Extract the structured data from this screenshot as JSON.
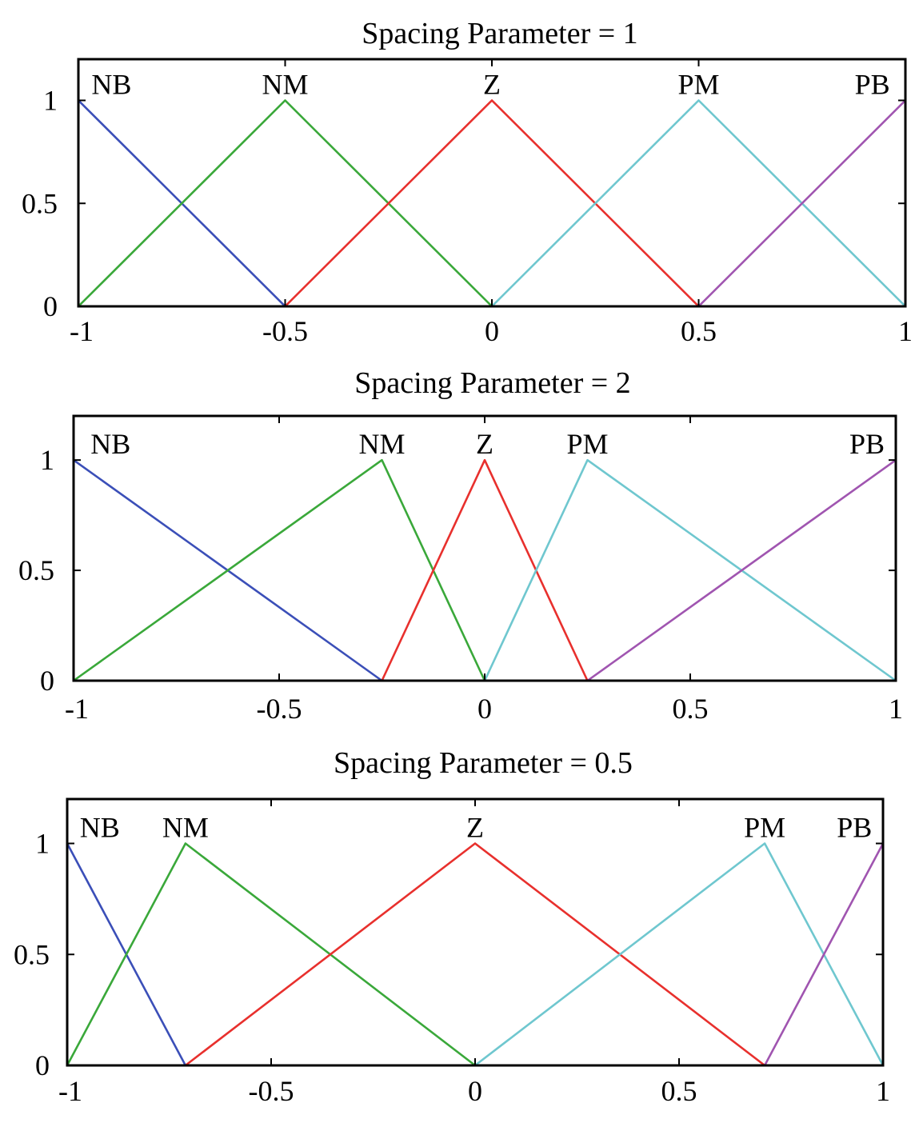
{
  "chart_data": [
    {
      "type": "line",
      "title": "Spacing Parameter = 1",
      "xlim": [
        -1,
        1
      ],
      "ylim": [
        0,
        1.2
      ],
      "xticks": [
        -1,
        -0.5,
        0,
        0.5,
        1
      ],
      "xtick_labels": [
        "-1",
        "-0.5",
        "0",
        "0.5",
        "1"
      ],
      "yticks": [
        0,
        0.5,
        1
      ],
      "ytick_labels": [
        "0",
        "0.5",
        "1"
      ],
      "grid": false,
      "series": [
        {
          "name": "NB",
          "color": "#3b4fb8",
          "x": [
            -1,
            -1,
            -0.5,
            1
          ],
          "y": [
            0,
            1,
            0,
            0
          ]
        },
        {
          "name": "NM",
          "color": "#3aa83a",
          "x": [
            -1,
            -0.5,
            0,
            1
          ],
          "y": [
            0,
            1,
            0,
            0
          ]
        },
        {
          "name": "Z",
          "color": "#e8302d",
          "x": [
            -1,
            -0.5,
            0,
            0.5,
            1
          ],
          "y": [
            0,
            0,
            1,
            0,
            0
          ]
        },
        {
          "name": "PM",
          "color": "#6fc7cf",
          "x": [
            -1,
            0,
            0.5,
            1
          ],
          "y": [
            0,
            0,
            1,
            0
          ]
        },
        {
          "name": "PB",
          "color": "#a055b0",
          "x": [
            -1,
            0.5,
            1,
            1
          ],
          "y": [
            0,
            0,
            1,
            0
          ]
        }
      ],
      "annotations": [
        {
          "text": "NB",
          "x": -0.92
        },
        {
          "text": "NM",
          "x": -0.5
        },
        {
          "text": "Z",
          "x": 0
        },
        {
          "text": "PM",
          "x": 0.5
        },
        {
          "text": "PB",
          "x": 0.92
        }
      ]
    },
    {
      "type": "line",
      "title": "Spacing Parameter = 2",
      "xlim": [
        -1,
        1
      ],
      "ylim": [
        0,
        1.2
      ],
      "xticks": [
        -1,
        -0.5,
        0,
        0.5,
        1
      ],
      "xtick_labels": [
        "-1",
        "-0.5",
        "0",
        "0.5",
        "1"
      ],
      "yticks": [
        0,
        0.5,
        1
      ],
      "ytick_labels": [
        "0",
        "0.5",
        "1"
      ],
      "grid": false,
      "series": [
        {
          "name": "NB",
          "color": "#3b4fb8",
          "x": [
            -1,
            -1,
            -0.25,
            1
          ],
          "y": [
            0,
            1,
            0,
            0
          ]
        },
        {
          "name": "NM",
          "color": "#3aa83a",
          "x": [
            -1,
            -0.25,
            0,
            1
          ],
          "y": [
            0,
            1,
            0,
            0
          ]
        },
        {
          "name": "Z",
          "color": "#e8302d",
          "x": [
            -1,
            -0.25,
            0,
            0.25,
            1
          ],
          "y": [
            0,
            0,
            1,
            0,
            0
          ]
        },
        {
          "name": "PM",
          "color": "#6fc7cf",
          "x": [
            -1,
            0,
            0.25,
            1
          ],
          "y": [
            0,
            0,
            1,
            0
          ]
        },
        {
          "name": "PB",
          "color": "#a055b0",
          "x": [
            -1,
            0.25,
            1,
            1
          ],
          "y": [
            0,
            0,
            1,
            0
          ]
        }
      ],
      "annotations": [
        {
          "text": "NB",
          "x": -0.91
        },
        {
          "text": "NM",
          "x": -0.25
        },
        {
          "text": "Z",
          "x": 0
        },
        {
          "text": "PM",
          "x": 0.25
        },
        {
          "text": "PB",
          "x": 0.93
        }
      ]
    },
    {
      "type": "line",
      "title": "Spacing Parameter = 0.5",
      "xlim": [
        -1,
        1
      ],
      "ylim": [
        0,
        1.2
      ],
      "xticks": [
        -1,
        -0.5,
        0,
        0.5,
        1
      ],
      "xtick_labels": [
        "-1",
        "-0.5",
        "0",
        "0.5",
        "1"
      ],
      "yticks": [
        0,
        0.5,
        1
      ],
      "ytick_labels": [
        "0",
        "0.5",
        "1"
      ],
      "grid": false,
      "series": [
        {
          "name": "NB",
          "color": "#3b4fb8",
          "x": [
            -1,
            -1,
            -0.71,
            1
          ],
          "y": [
            0,
            1,
            0,
            0
          ]
        },
        {
          "name": "NM",
          "color": "#3aa83a",
          "x": [
            -1,
            -0.71,
            0,
            1
          ],
          "y": [
            0,
            1,
            0,
            0
          ]
        },
        {
          "name": "Z",
          "color": "#e8302d",
          "x": [
            -1,
            -0.71,
            0,
            0.71,
            1
          ],
          "y": [
            0,
            0,
            1,
            0,
            0
          ]
        },
        {
          "name": "PM",
          "color": "#6fc7cf",
          "x": [
            -1,
            0,
            0.71,
            1
          ],
          "y": [
            0,
            0,
            1,
            0
          ]
        },
        {
          "name": "PB",
          "color": "#a055b0",
          "x": [
            -1,
            0.71,
            1,
            1
          ],
          "y": [
            0,
            0,
            1,
            0
          ]
        }
      ],
      "annotations": [
        {
          "text": "NB",
          "x": -0.92
        },
        {
          "text": "NM",
          "x": -0.71
        },
        {
          "text": "Z",
          "x": 0
        },
        {
          "text": "PM",
          "x": 0.71
        },
        {
          "text": "PB",
          "x": 0.93
        }
      ]
    }
  ]
}
